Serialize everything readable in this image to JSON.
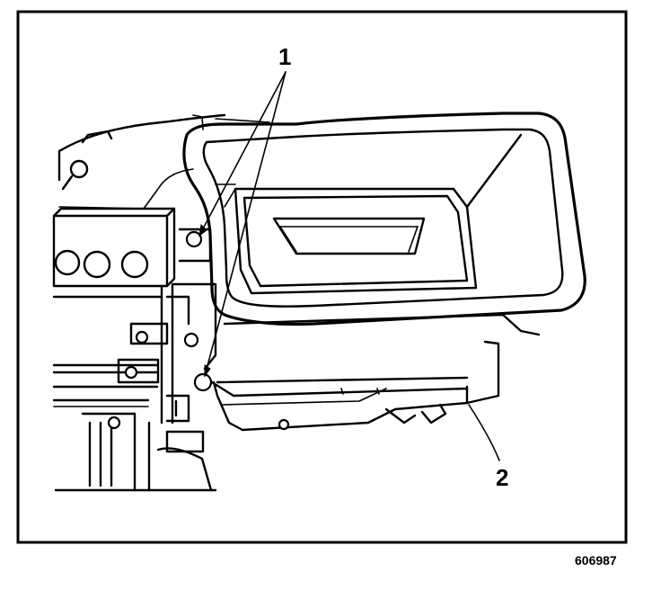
{
  "callouts": {
    "fastener": "1",
    "case": "2"
  },
  "figure_id": "606987"
}
